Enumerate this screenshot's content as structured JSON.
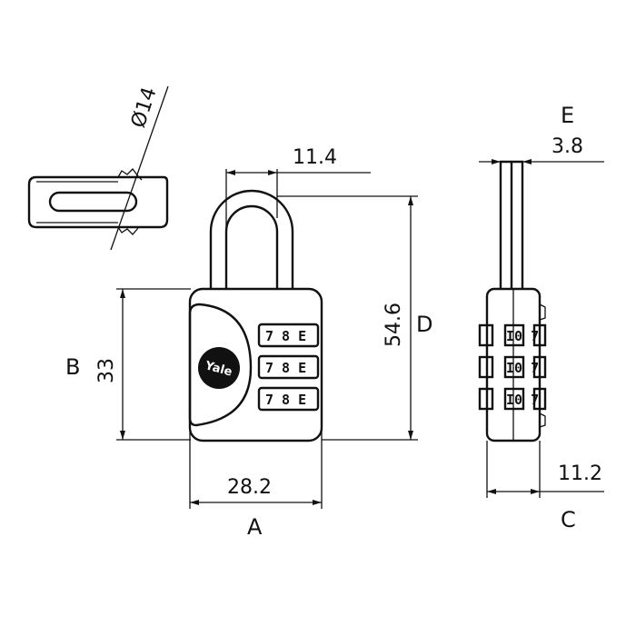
{
  "brand": "Yale",
  "dimensions": {
    "shackle_diameter": "Ø14",
    "shackle_inner_width": "11.4",
    "overall_height": "54.6",
    "body_height": "33",
    "body_width": "28.2",
    "depth": "11.2",
    "shackle_thickness": "3.8"
  },
  "letters": {
    "a": "A",
    "b": "B",
    "c": "C",
    "d": "D",
    "e": "E"
  },
  "dial_rows": [
    {
      "front": "7 8 E",
      "side": "I0 7"
    },
    {
      "front": "7 8 E",
      "side": "I0 7"
    },
    {
      "front": "7 8 E",
      "side": "I0 7"
    }
  ]
}
